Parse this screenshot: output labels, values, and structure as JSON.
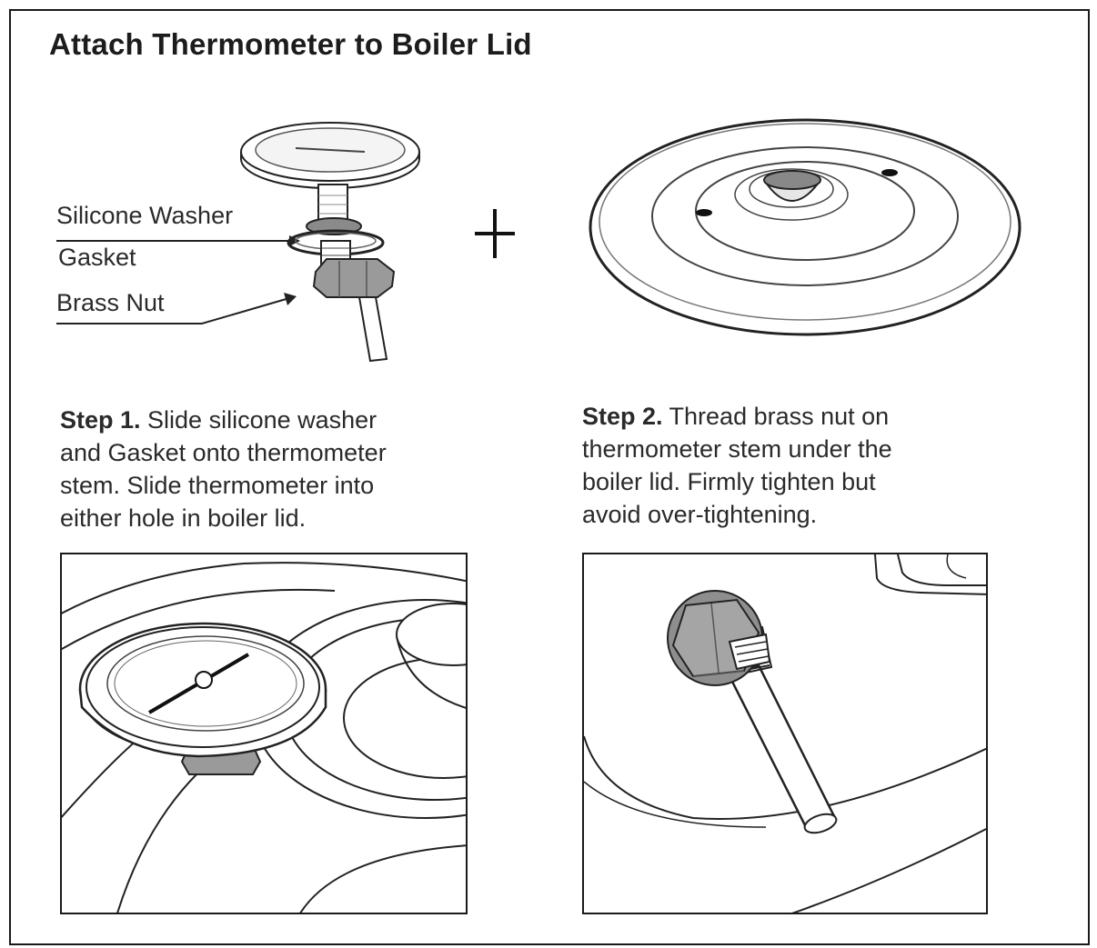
{
  "title": "Attach Thermometer to Boiler Lid",
  "parts": {
    "washer": "Silicone Washer",
    "gasket": "Gasket",
    "nut": "Brass Nut"
  },
  "plus_sign": "+",
  "step1": {
    "label": "Step 1.",
    "text": "Slide silicone washer and Gasket onto thermometer stem. Slide thermometer into either hole in boiler lid.",
    "lines": [
      " Slide silicone washer",
      "and Gasket onto thermometer",
      "stem. Slide thermometer into",
      "either hole in boiler lid."
    ]
  },
  "step2": {
    "label": "Step 2.",
    "text": "Thread brass nut on thermometer stem under the boiler lid. Firmly tighten but avoid over-tightening.",
    "lines": [
      " Thread brass nut on",
      "thermometer stem under the",
      "boiler lid. Firmly tighten but",
      "avoid over-tightening."
    ]
  }
}
